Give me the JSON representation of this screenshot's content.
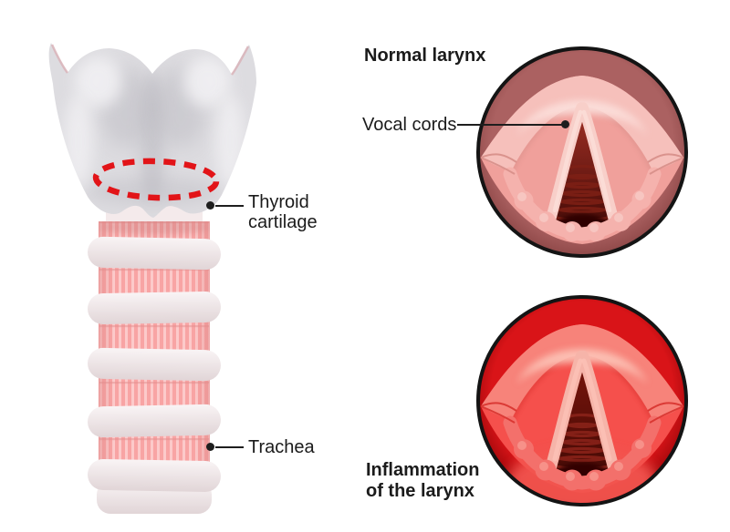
{
  "figure": {
    "background": "#ffffff",
    "text_color": "#1b1b1b",
    "pointer_color": "#1e1e1e"
  },
  "anterior_view": {
    "description": "Larynx and trachea, front view",
    "labels": {
      "thyroid_cartilage_line1": "Thyroid",
      "thyroid_cartilage_line2": "cartilage",
      "trachea": "Trachea"
    },
    "colors": {
      "cartilage_base": "#dddce0",
      "cartilage_light": "#f1f0f3",
      "cartilage_shadow": "#b5b4bb",
      "horn_accent": "#d9b3b8",
      "neck": "#f4eaeb",
      "band": "#f8a4a4",
      "band_stripe": "#fccaca",
      "band_edge": "#e28d8d",
      "ring_top": "#f9f4f5",
      "ring_bottom": "#e1d5d7",
      "dashed_ellipse": "#e21418"
    }
  },
  "endoscopic_views": {
    "normal": {
      "title": "Normal larynx",
      "label_vocal_cords": "Vocal cords",
      "colors": {
        "border": "#141414",
        "ring_mid": "#ab6161",
        "ring_edge": "#8a4444",
        "mucosa": "#f0a09b",
        "epiglottis": "#f6c0bb",
        "highlight": "#fbdeda",
        "cord": "#f8cfc9",
        "interior_top": "#a23126",
        "interior_deep": "#440a06",
        "tracheal_rings": "#7e2016",
        "hole": "#2e0502",
        "lumps": "#f5b2ad",
        "crease": "#d88e89"
      }
    },
    "inflamed": {
      "title_line1": "Inflammation",
      "title_line2": "of the larynx",
      "colors": {
        "border": "#141414",
        "ring_mid": "#d91418",
        "ring_edge": "#970609",
        "mucosa": "#f5504c",
        "epiglottis": "#f7837a",
        "highlight": "#fcc2b6",
        "cord": "#f6b4a9",
        "interior_top": "#7c150c",
        "interior_deep": "#430a05",
        "tracheal_rings": "#8c241a",
        "hole": "#330503",
        "lumps": "#f3706b",
        "crease": "#d8322e",
        "bottom_glow": "#f2544f"
      }
    }
  }
}
